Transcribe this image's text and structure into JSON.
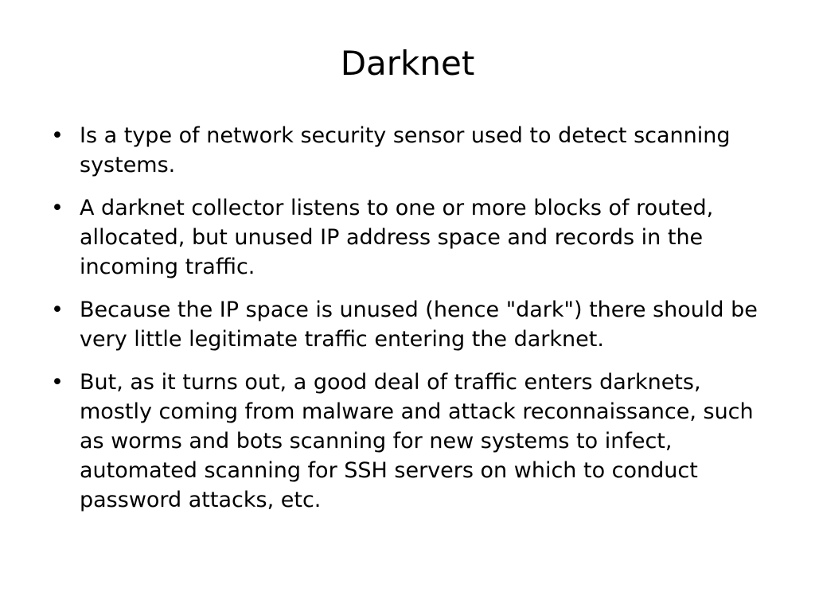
{
  "slide": {
    "title": "Darknet",
    "bullet_glyph": "•",
    "bullets": [
      "Is a type of network security sensor used to detect scanning systems.",
      "A darknet collector listens to one or more blocks of routed, allocated, but unused IP address space and records in the incoming traffic.",
      "Because the IP space is unused (hence \"dark\") there should be very little legitimate traffic entering the darknet.",
      "But, as it turns out, a good deal of traffic enters darknets, mostly coming from malware and attack reconnaissance, such as worms and bots scanning for new systems to infect, automated scanning for SSH servers on which to conduct password attacks, etc."
    ]
  }
}
